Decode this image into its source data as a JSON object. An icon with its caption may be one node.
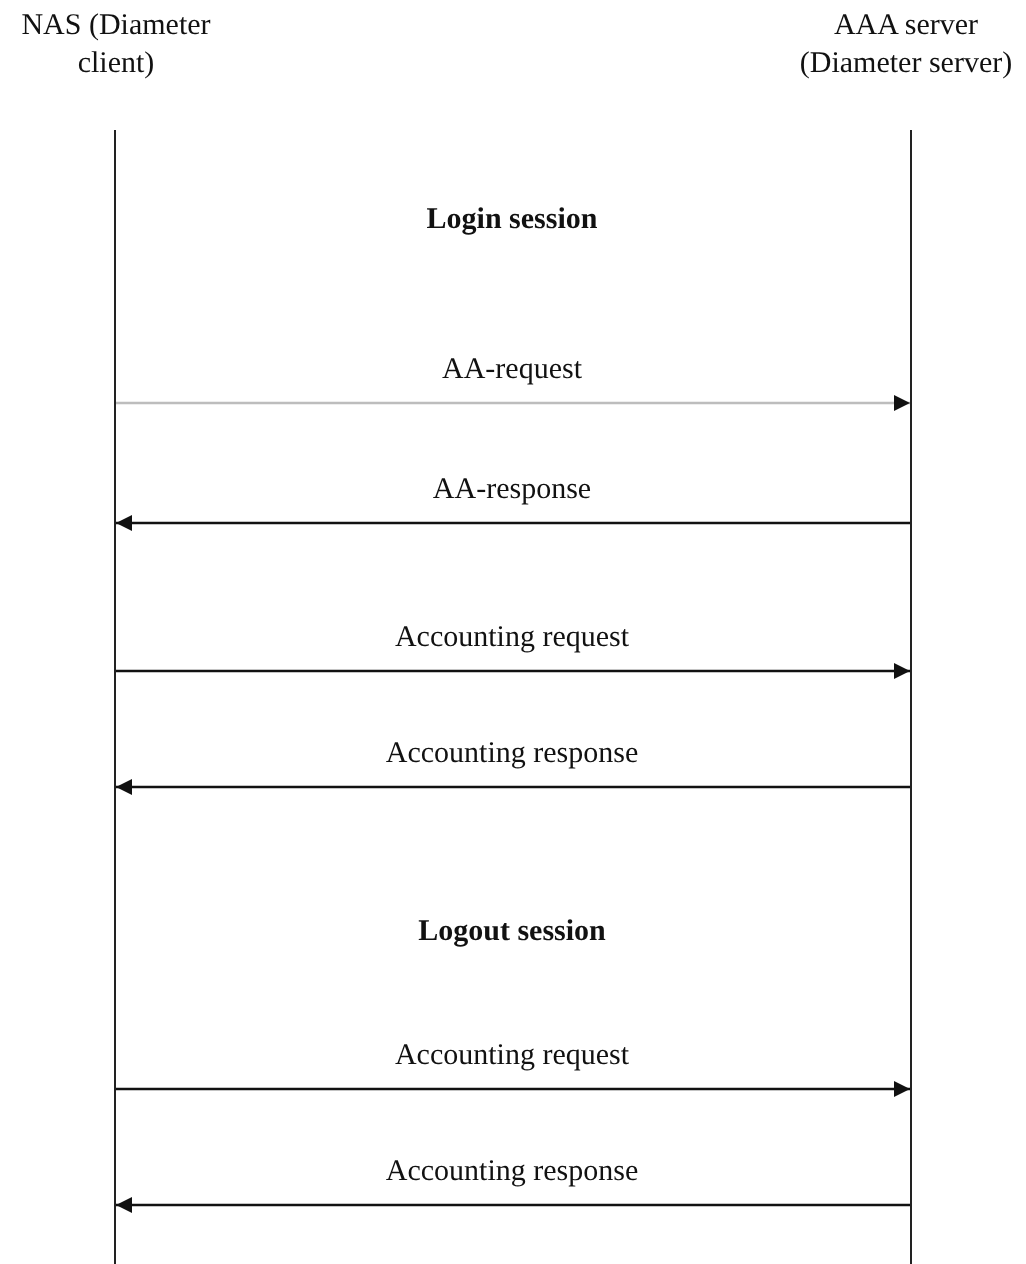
{
  "diagram": {
    "nodes": [
      {
        "text": [
          "NAS (Diameter client)"
        ]
      },
      {
        "text": [
          "AAA server (Diameter server)"
        ]
      },
      {
        "text": [],
        "shape": "bar"
      },
      {
        "text": [],
        "shape": "bar"
      }
    ],
    "edges": [
      {
        "from": 2,
        "to": 3,
        "arrow": "to",
        "label": "AA-request",
        "color": "#bdbdbd"
      },
      {
        "from": 3,
        "to": 2,
        "arrow": "to",
        "label": "AA-response"
      },
      {
        "from": 2,
        "to": 3,
        "arrow": "to",
        "label": "Accounting request"
      },
      {
        "from": 3,
        "to": 2,
        "arrow": "to",
        "label": "Accounting response"
      },
      {
        "from": 2,
        "to": 3,
        "arrow": "to",
        "label": "Accounting request"
      },
      {
        "from": 3,
        "to": 2,
        "arrow": "to",
        "label": "Accounting response"
      }
    ],
    "labels": [
      "Login session",
      "Logout session"
    ]
  }
}
